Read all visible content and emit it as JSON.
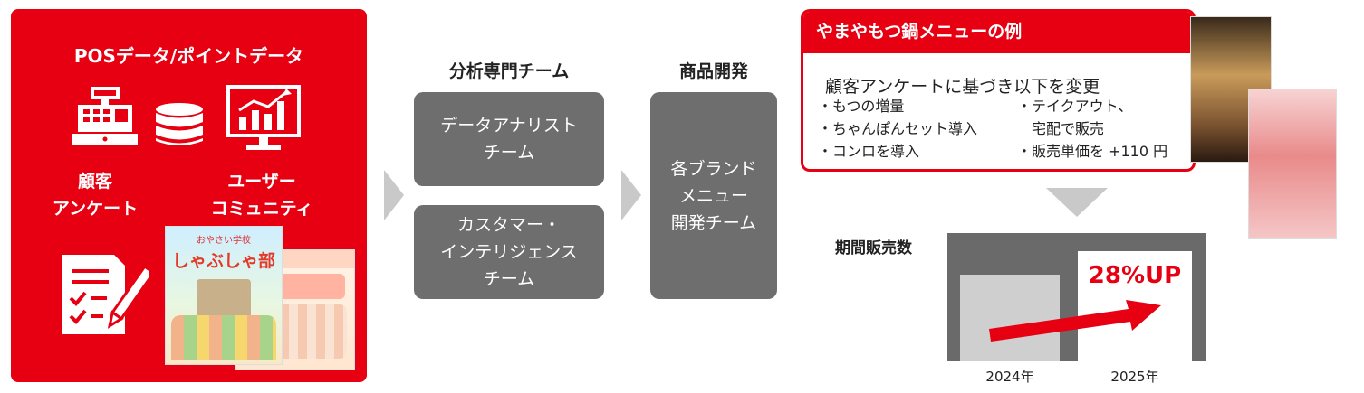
{
  "left_panel": {
    "title": "POSデータ/ポイントデータ",
    "survey_label": "顧客\nアンケート",
    "community_label": "ユーザー\nコミュニティ",
    "icons": [
      "cash-register-icon",
      "database-icon",
      "monitor-chart-icon",
      "survey-form-icon"
    ],
    "booklet_front_title": "しゃぶしゃ部",
    "booklet_front_tag": "おやさい学校"
  },
  "team_column": {
    "title": "分析専門チーム",
    "boxes": [
      "データアナリスト\nチーム",
      "カスタマー・\nインテリジェンス\nチーム"
    ]
  },
  "dev_column": {
    "title": "商品開発",
    "box": "各ブランド\nメニュー\n開発チーム"
  },
  "menu_example": {
    "header": "やまやもつ鍋メニューの例",
    "subtitle": "顧客アンケートに基づき以下を変更",
    "bullets_left": [
      "・もつの増量",
      "・ちゃんぽんセット導入",
      "・コンロを導入"
    ],
    "bullets_right": [
      "・テイクアウト、",
      "　宅配で販売",
      "・販売単価を +110 円"
    ]
  },
  "sales": {
    "label": "期間販売数",
    "increase": "28%UP",
    "years": [
      "2024年",
      "2025年"
    ]
  },
  "colors": {
    "brand_red": "#e60012",
    "box_gray": "#6e6e6e",
    "arrow_gray": "#c9c9c9"
  }
}
